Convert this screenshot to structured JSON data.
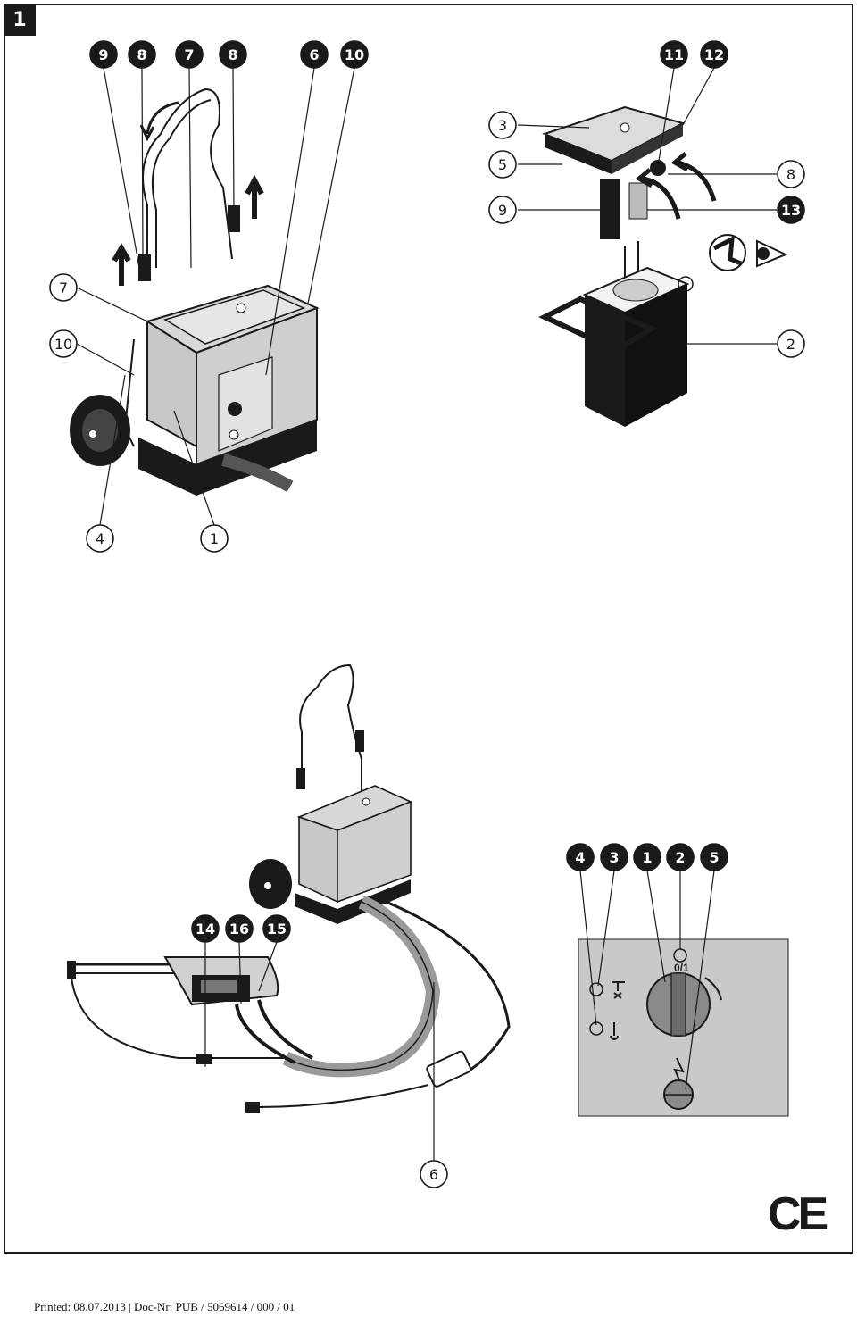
{
  "figure_number": "1",
  "ce_mark": "CE",
  "footer": "Printed: 08.07.2013 | Doc-Nr: PUB / 5069614 / 000 / 01",
  "callouts_unit_front": [
    "9",
    "8",
    "7",
    "8",
    "6",
    "10"
  ],
  "callouts_unit_left": [
    "7",
    "10"
  ],
  "callouts_unit_bottom": [
    "4",
    "1"
  ],
  "callouts_tank_top": [
    "11",
    "12"
  ],
  "callouts_tank_left": [
    "3",
    "5",
    "9"
  ],
  "callouts_tank_right": [
    "8",
    "13",
    "2"
  ],
  "callouts_panel": [
    "4",
    "3",
    "1",
    "2",
    "5"
  ],
  "callouts_drill": [
    "14",
    "16",
    "15"
  ],
  "callout_hose": "6",
  "panel_switch_label": "0/1"
}
